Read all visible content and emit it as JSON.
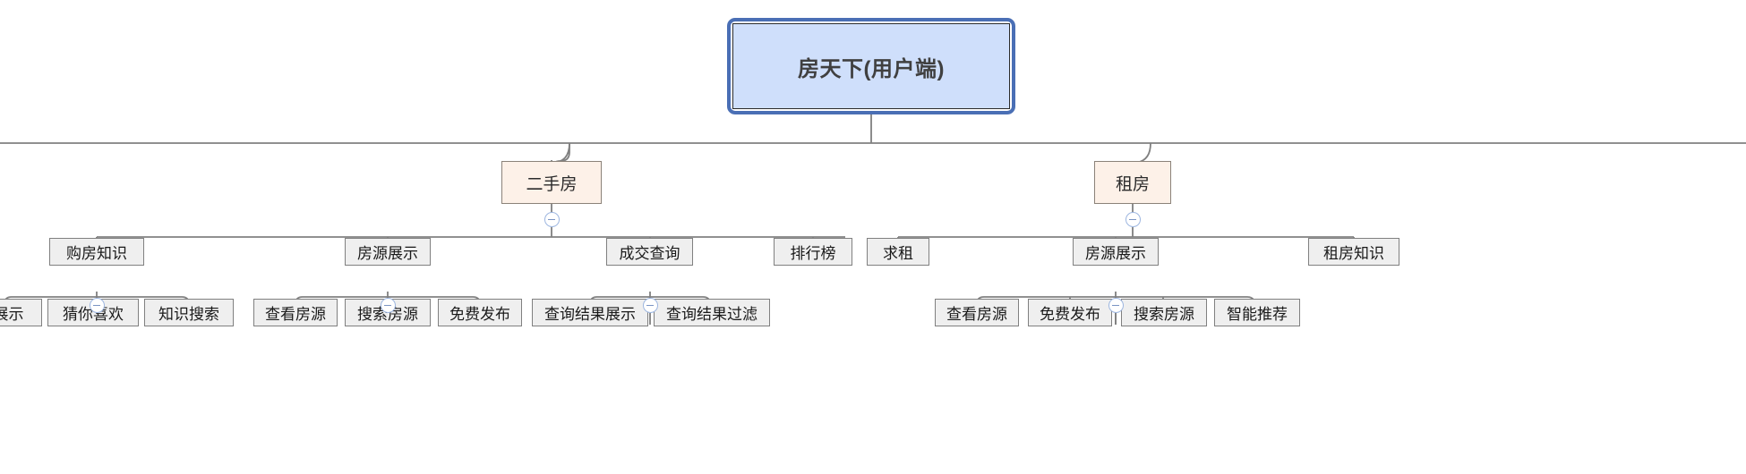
{
  "diagram": {
    "type": "mind-map-tree",
    "title": "房天下(用户端)",
    "orientation": "top-down",
    "colors": {
      "root_fill": "#cfdffb",
      "root_selection_border": "#4a6fb5",
      "level2_fill": "#fdf1e8",
      "level2_border": "#8b8279",
      "leaf_fill": "#efefef",
      "leaf_border": "#808080",
      "connector": "#808080",
      "toggle_border": "#9db6e0"
    },
    "root": {
      "label": "房天下(用户端)",
      "selected": true
    },
    "branches": [
      {
        "label": "二手房",
        "collapse_toggle": "minus",
        "children": [
          {
            "label": "购房知识",
            "collapse_toggle": "minus",
            "children": [
              {
                "label": "展示"
              },
              {
                "label": "猜你喜欢"
              },
              {
                "label": "知识搜索"
              }
            ]
          },
          {
            "label": "房源展示",
            "collapse_toggle": "minus",
            "children": [
              {
                "label": "查看房源"
              },
              {
                "label": "搜索房源"
              },
              {
                "label": "免费发布"
              }
            ]
          },
          {
            "label": "成交查询",
            "collapse_toggle": "minus",
            "children": [
              {
                "label": "查询结果展示"
              },
              {
                "label": "查询结果过滤"
              }
            ]
          },
          {
            "label": "排行榜",
            "children": []
          }
        ]
      },
      {
        "label": "租房",
        "collapse_toggle": "minus",
        "children": [
          {
            "label": "求租",
            "children": []
          },
          {
            "label": "房源展示",
            "collapse_toggle": "minus",
            "children": [
              {
                "label": "查看房源"
              },
              {
                "label": "免费发布"
              },
              {
                "label": "搜索房源"
              },
              {
                "label": "智能推荐"
              }
            ]
          },
          {
            "label": "租房知识",
            "children": []
          }
        ]
      }
    ],
    "nodes": {
      "root": {
        "label": "房天下(用户端)"
      },
      "ershoufang": {
        "label": "二手房"
      },
      "zufang": {
        "label": "租房"
      },
      "goufangzhishi": {
        "label": "购房知识"
      },
      "fangyuanzhanshi1": {
        "label": "房源展示"
      },
      "chengjiaochaxun": {
        "label": "成交查询"
      },
      "paihangbang": {
        "label": "排行榜"
      },
      "qiuzu": {
        "label": "求租"
      },
      "fangyuanzhanshi2": {
        "label": "房源展示"
      },
      "zufangzhishi": {
        "label": "租房知识"
      },
      "zhanshi": {
        "label": "展示"
      },
      "cainixihuan": {
        "label": "猜你喜欢"
      },
      "zhishisousuo": {
        "label": "知识搜索"
      },
      "chakanfangyuan1": {
        "label": "查看房源"
      },
      "sousuofangyuan1": {
        "label": "搜索房源"
      },
      "mianfeifabu1": {
        "label": "免费发布"
      },
      "chaxunjieguozhanshi": {
        "label": "查询结果展示"
      },
      "chaxunjieguoguolv": {
        "label": "查询结果过滤"
      },
      "chakanfangyuan2": {
        "label": "查看房源"
      },
      "mianfeifabu2": {
        "label": "免费发布"
      },
      "sousuofangyuan2": {
        "label": "搜索房源"
      },
      "zhinengtuijian": {
        "label": "智能推荐"
      }
    }
  }
}
